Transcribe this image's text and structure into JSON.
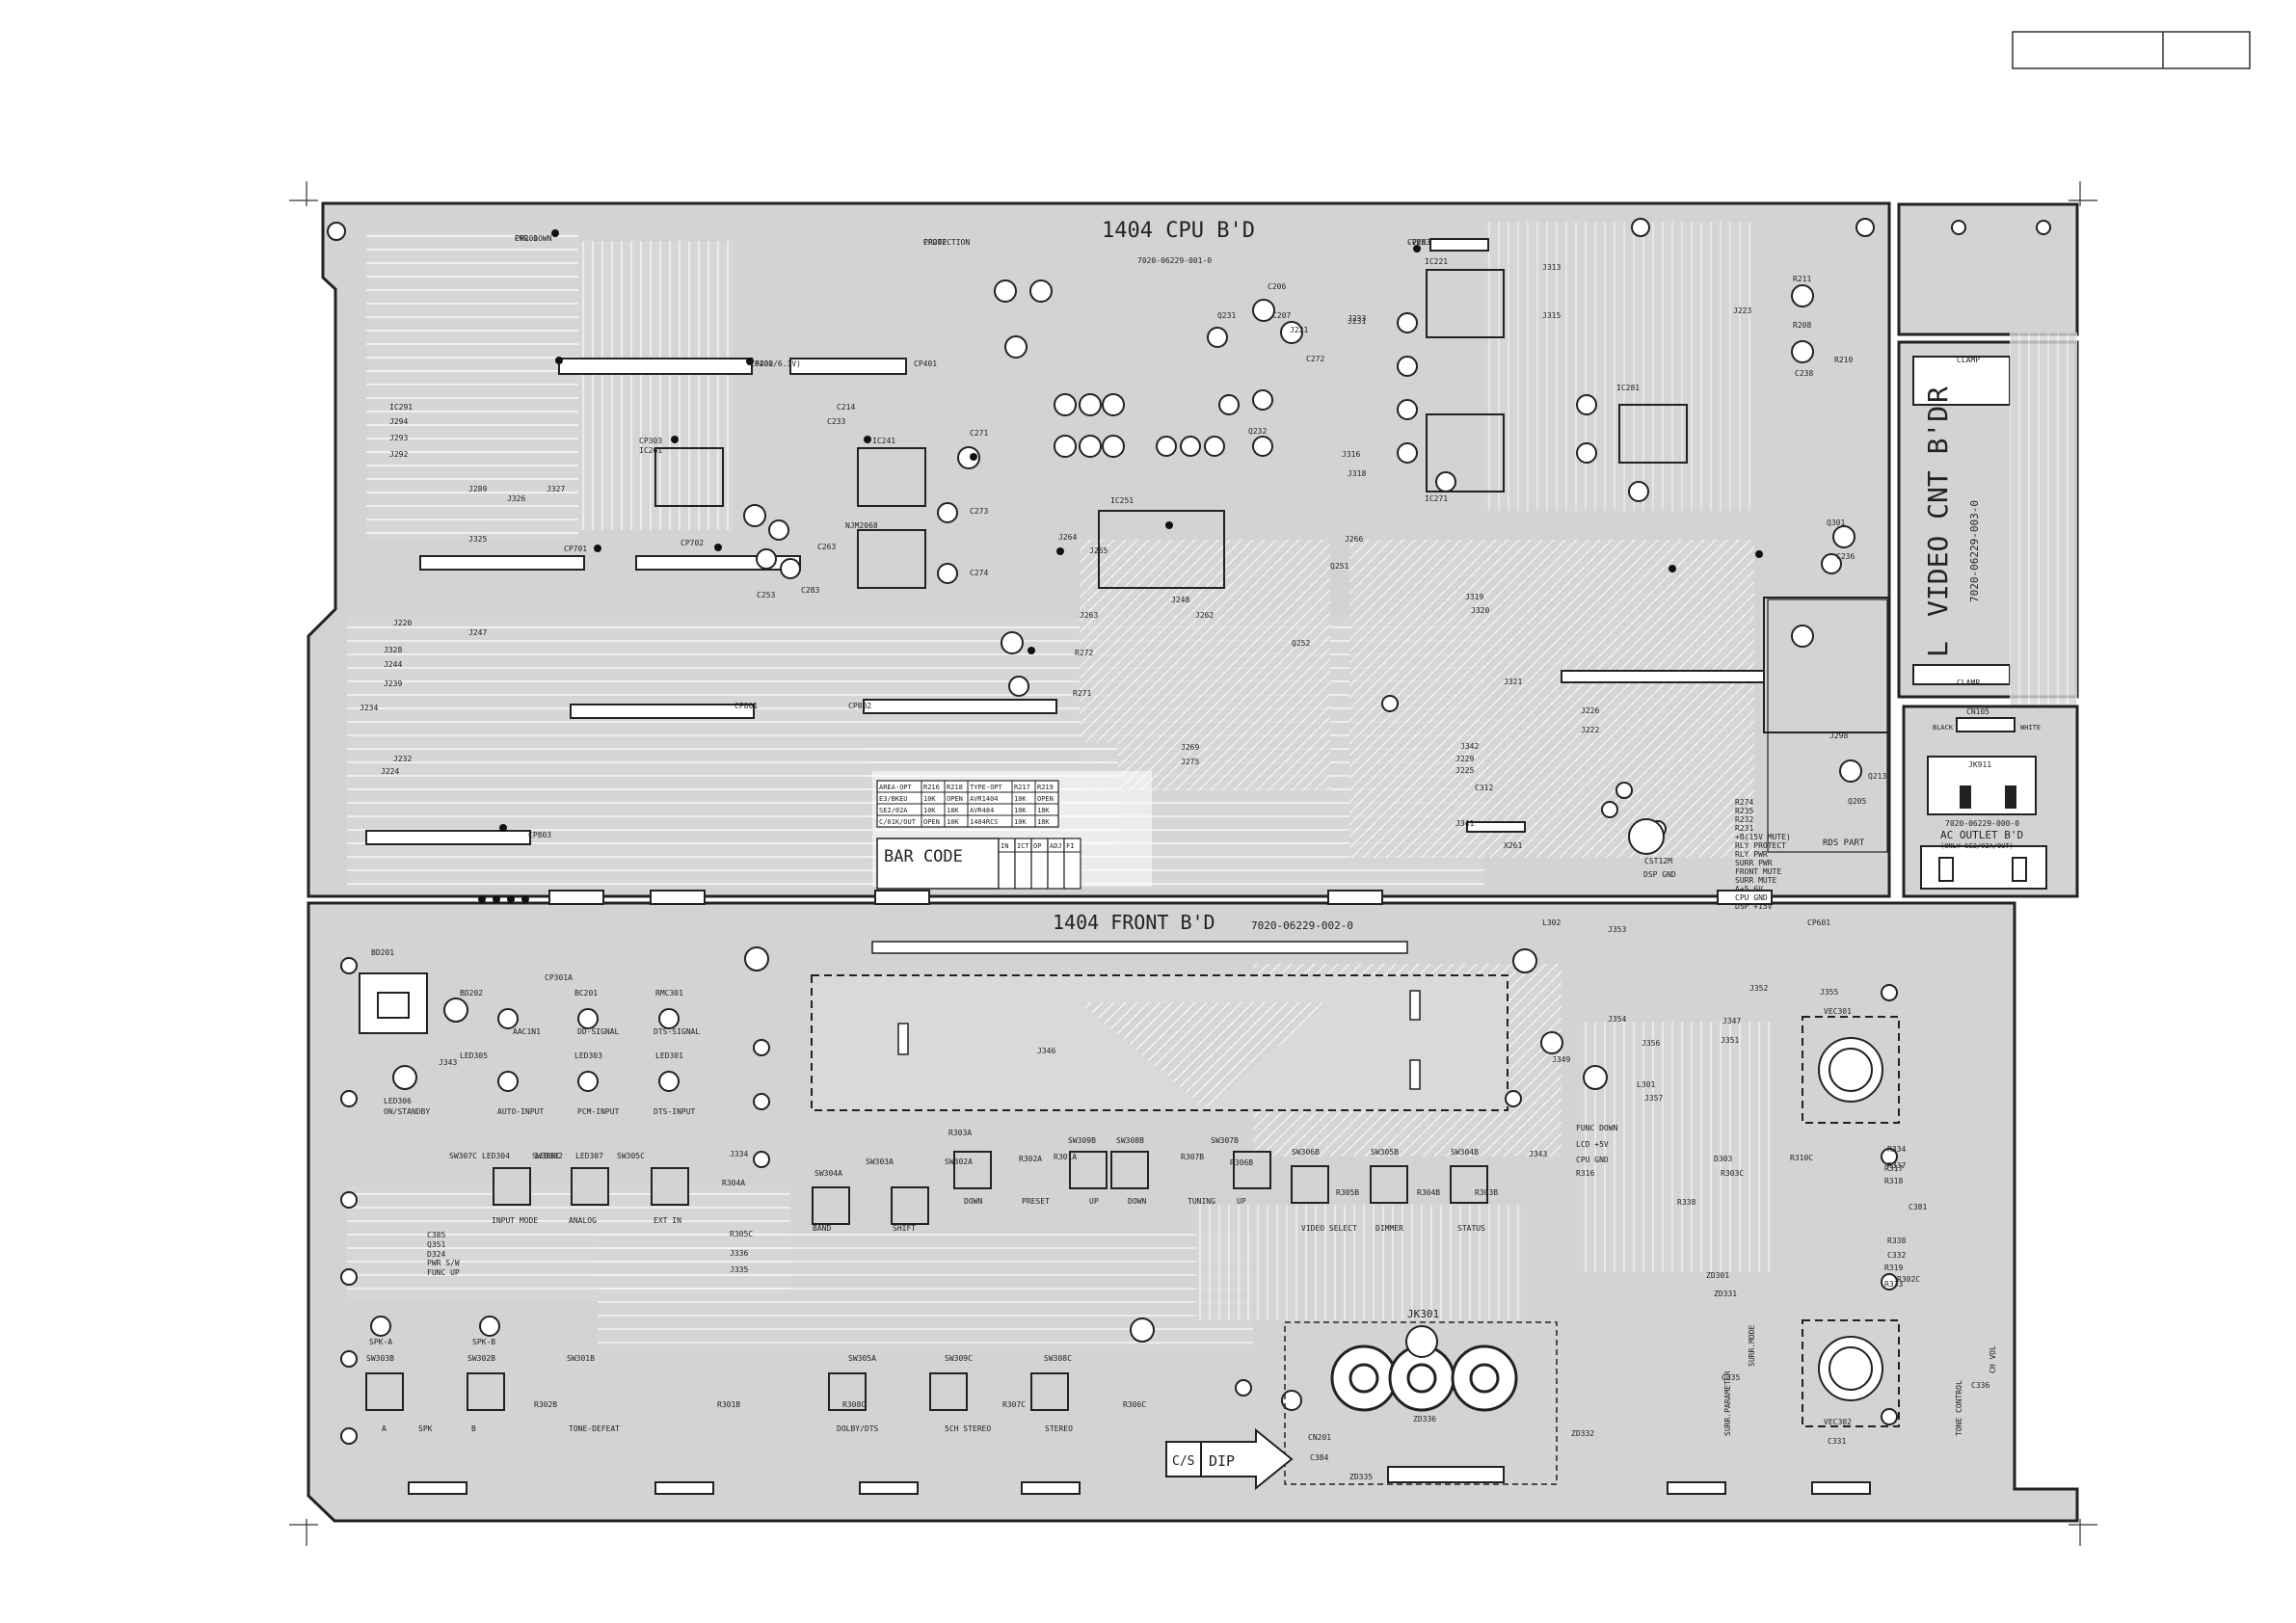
{
  "cpu_board": {
    "title": "1404 CPU B'D",
    "part_number": "7020-06229-001-0",
    "option_table": {
      "header": [
        "AREA-OPT",
        "R216",
        "R218",
        "TYPE-OPT",
        "R217",
        "R219"
      ],
      "rows": [
        [
          "E3/BKEU",
          "10K",
          "OPEN",
          "AVR1404",
          "10K",
          "OPEN"
        ],
        [
          "SE2/02A",
          "10K",
          "18K",
          "AVR484",
          "10K",
          "18K"
        ],
        [
          "C/01K/OUT",
          "OPEN",
          "10K",
          "1404RCS",
          "10K",
          "18K"
        ]
      ]
    },
    "barcode_label": "BAR CODE",
    "barcode_fields": [
      "IN",
      "ICT",
      "OP",
      "ADJ",
      "FI"
    ],
    "rds_label": "RDS PART"
  },
  "front_board": {
    "title": "1404 FRONT B'D",
    "part_number": "7020-06229-002-0",
    "buttons": [
      "INPUT MODE",
      "ANALOG",
      "EXT IN",
      "BAND",
      "SHIFT",
      "DOWN",
      "PRESET",
      "UP",
      "DOWN",
      "TUNING",
      "UP",
      "VIDEO SELECT",
      "DIMMER",
      "STATUS",
      "A",
      "SPK",
      "B",
      "TONE-DEFEAT",
      "DOLBY/DTS",
      "5CH STEREO",
      "STEREO"
    ],
    "leds": [
      "AAC1N1",
      "DD-SIGNAL",
      "DTS-SIGNAL",
      "AUTO-INPUT",
      "PCM-INPUT",
      "DTS-INPUT",
      "ON/STANDBY",
      "SPK-A",
      "SPK-B"
    ],
    "knobs": [
      "VEC301",
      "VEC302",
      "SURR.PARAMETER",
      "SURR.MODE",
      "TONE CONTROL",
      "CH VOL"
    ],
    "jack": "JK301",
    "dip_label": "DIP",
    "cs_label": "C/S"
  },
  "video_board": {
    "title": "VIDEO CNT B'D",
    "part_number": "7020-06229-003-0",
    "r_label": "R",
    "l_label": "L",
    "clamp_label": "CLAMP"
  },
  "ac_board": {
    "title": "AC OUTLET B'D",
    "part_number": "7020-06229-000-0",
    "note": "(ONLY SE2/02A/OUT)",
    "jack": "JK911",
    "cn": "CN105",
    "black": "BLACK",
    "white": "WHITE"
  },
  "component_labels": [
    {
      "t": "CP201"
    },
    {
      "t": "CP202"
    },
    {
      "t": "CP203"
    },
    {
      "t": "CP402"
    },
    {
      "t": "CP401"
    },
    {
      "t": "CP701"
    },
    {
      "t": "CP702"
    },
    {
      "t": "CP801"
    },
    {
      "t": "CP802"
    },
    {
      "t": "CP803"
    },
    {
      "t": "CP601"
    },
    {
      "t": "CP301A"
    },
    {
      "t": "CP303"
    },
    {
      "t": "IC261"
    },
    {
      "t": "NJM2068"
    },
    {
      "t": "IC241"
    },
    {
      "t": "IC251"
    },
    {
      "t": "IC221"
    },
    {
      "t": "IC271"
    },
    {
      "t": "IC281"
    },
    {
      "t": "IC291"
    },
    {
      "t": "J294"
    },
    {
      "t": "J293"
    },
    {
      "t": "J292"
    },
    {
      "t": "J289"
    },
    {
      "t": "J325"
    },
    {
      "t": "J326"
    },
    {
      "t": "J327"
    },
    {
      "t": "J328"
    },
    {
      "t": "J244"
    },
    {
      "t": "J239"
    },
    {
      "t": "J234"
    },
    {
      "t": "J232"
    },
    {
      "t": "J224"
    },
    {
      "t": "J220"
    },
    {
      "t": "J247"
    },
    {
      "t": "J248"
    },
    {
      "t": "J262"
    },
    {
      "t": "J263"
    },
    {
      "t": "J264"
    },
    {
      "t": "J265"
    },
    {
      "t": "J266"
    },
    {
      "t": "J269"
    },
    {
      "t": "J275"
    },
    {
      "t": "J229"
    },
    {
      "t": "J225"
    },
    {
      "t": "J226"
    },
    {
      "t": "J222"
    },
    {
      "t": "J223"
    },
    {
      "t": "J231"
    },
    {
      "t": "J233"
    },
    {
      "t": "J313"
    },
    {
      "t": "J315"
    },
    {
      "t": "J316"
    },
    {
      "t": "J318"
    },
    {
      "t": "J319"
    },
    {
      "t": "J320"
    },
    {
      "t": "J321"
    },
    {
      "t": "X261"
    },
    {
      "t": "CST12M"
    },
    {
      "t": "BD201"
    },
    {
      "t": "BD202"
    },
    {
      "t": "BC201"
    },
    {
      "t": "RMC301"
    },
    {
      "t": "LED305"
    },
    {
      "t": "LED303"
    },
    {
      "t": "LED301"
    },
    {
      "t": "LED306"
    },
    {
      "t": "LED304"
    },
    {
      "t": "LED302"
    },
    {
      "t": "LED307"
    },
    {
      "t": "SW304A"
    },
    {
      "t": "SW303A"
    },
    {
      "t": "SW302A"
    },
    {
      "t": "SW309B"
    },
    {
      "t": "SW308B"
    },
    {
      "t": "SW307B"
    },
    {
      "t": "SW306B"
    },
    {
      "t": "SW305B"
    },
    {
      "t": "SW304B"
    },
    {
      "t": "SW303B"
    },
    {
      "t": "SW302B"
    },
    {
      "t": "SW301B"
    },
    {
      "t": "SW305A"
    },
    {
      "t": "SW309C"
    },
    {
      "t": "SW308C"
    },
    {
      "t": "SW307C"
    },
    {
      "t": "SW306C"
    },
    {
      "t": "SW305C"
    },
    {
      "t": "R304A"
    },
    {
      "t": "R303A"
    },
    {
      "t": "R302A"
    },
    {
      "t": "R301A"
    },
    {
      "t": "R307B"
    },
    {
      "t": "R306B"
    },
    {
      "t": "R305B"
    },
    {
      "t": "R304B"
    },
    {
      "t": "R303B"
    },
    {
      "t": "R302B"
    },
    {
      "t": "R301B"
    },
    {
      "t": "R308C"
    },
    {
      "t": "R307C"
    },
    {
      "t": "R306C"
    },
    {
      "t": "R305C"
    },
    {
      "t": "J336"
    },
    {
      "t": "J335"
    },
    {
      "t": "J334"
    },
    {
      "t": "J343"
    },
    {
      "t": "J346"
    },
    {
      "t": "J349"
    },
    {
      "t": "J347"
    },
    {
      "t": "J351"
    },
    {
      "t": "J352"
    },
    {
      "t": "J353"
    },
    {
      "t": "J354"
    },
    {
      "t": "J355"
    },
    {
      "t": "J356"
    },
    {
      "t": "J357"
    },
    {
      "t": "L301"
    },
    {
      "t": "L302"
    },
    {
      "t": "D303"
    },
    {
      "t": "ZD301"
    },
    {
      "t": "ZD331"
    },
    {
      "t": "ZD332"
    },
    {
      "t": "ZD335"
    },
    {
      "t": "ZD336"
    },
    {
      "t": "CN201"
    },
    {
      "t": "C384"
    },
    {
      "t": "C381"
    },
    {
      "t": "C385"
    },
    {
      "t": "Q351"
    },
    {
      "t": "D324"
    },
    {
      "t": "PWR S/W"
    },
    {
      "t": "FUNC UP"
    },
    {
      "t": "FUNC DOWN"
    },
    {
      "t": "LCD +5V"
    },
    {
      "t": "CPU GND"
    },
    {
      "t": "R316"
    },
    {
      "t": "R317"
    },
    {
      "t": "R318"
    },
    {
      "t": "R319"
    },
    {
      "t": "R333"
    },
    {
      "t": "R334"
    },
    {
      "t": "R337"
    },
    {
      "t": "R338"
    },
    {
      "t": "C332"
    },
    {
      "t": "C331"
    },
    {
      "t": "C335"
    },
    {
      "t": "C336"
    },
    {
      "t": "R302C"
    },
    {
      "t": "R303C"
    },
    {
      "t": "R310C"
    },
    {
      "t": "R338"
    },
    {
      "t": "J343"
    },
    {
      "t": "J342"
    },
    {
      "t": "J341"
    },
    {
      "t": "C312"
    },
    {
      "t": "R211"
    },
    {
      "t": "R208"
    },
    {
      "t": "R210"
    },
    {
      "t": "C238"
    },
    {
      "t": "C236"
    },
    {
      "t": "Q301"
    },
    {
      "t": "J298"
    },
    {
      "t": "Q213"
    },
    {
      "t": "Q205"
    },
    {
      "t": "C206"
    },
    {
      "t": "C207"
    },
    {
      "t": "J221"
    },
    {
      "t": "C272"
    },
    {
      "t": "C271"
    },
    {
      "t": "C273"
    },
    {
      "t": "C274"
    },
    {
      "t": "C263"
    },
    {
      "t": "C283"
    },
    {
      "t": "C253"
    },
    {
      "t": "C214"
    },
    {
      "t": "C233"
    },
    {
      "t": "Q231"
    },
    {
      "t": "Q232"
    },
    {
      "t": "Q251"
    },
    {
      "t": "Q252"
    },
    {
      "t": "R272"
    },
    {
      "t": "R271"
    },
    {
      "t": "R274"
    },
    {
      "t": "R235"
    },
    {
      "t": "R232"
    },
    {
      "t": "R231"
    },
    {
      "t": "+B(15V MUTE)"
    },
    {
      "t": "RLY PROTECT"
    },
    {
      "t": "RLY PWR"
    },
    {
      "t": "SURR PWR"
    },
    {
      "t": "FRONT MUTE"
    },
    {
      "t": "SURR MUTE"
    },
    {
      "t": "A+5.6V"
    },
    {
      "t": "CPU GND"
    },
    {
      "t": "DSP +15V"
    },
    {
      "t": "DSP GND"
    },
    {
      "t": "PWR DOWN"
    },
    {
      "t": "PROTECTION"
    },
    {
      "t": "-VKK"
    },
    {
      "t": "(8200/6.3V)"
    }
  ]
}
